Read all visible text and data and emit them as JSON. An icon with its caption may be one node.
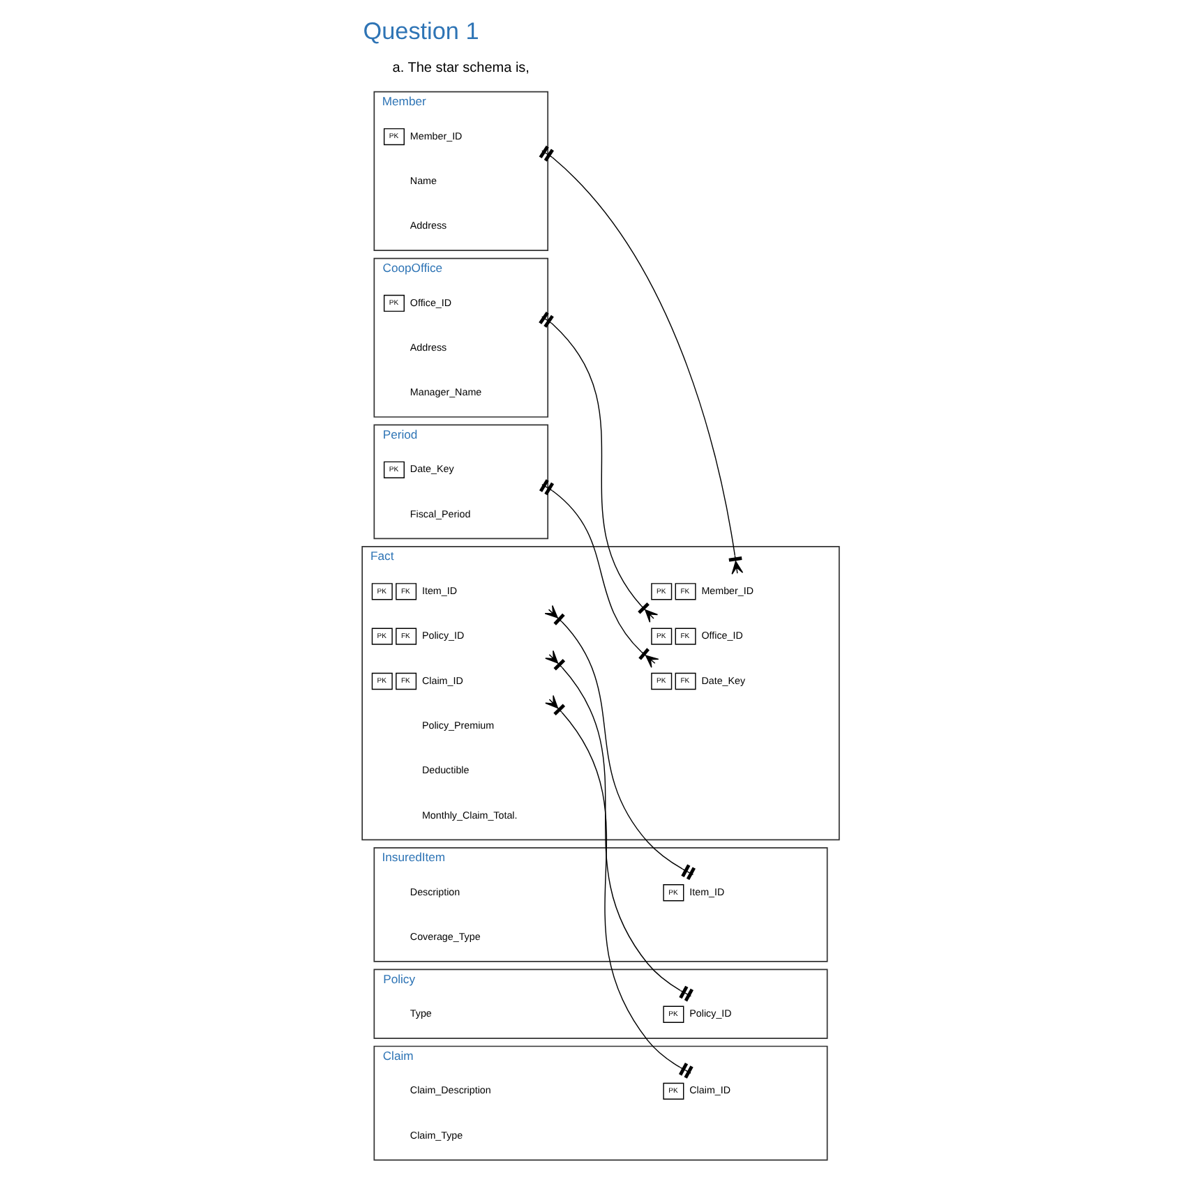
{
  "diagram": {
    "title": "Question 1",
    "labels": [
      "a. The star schema is,"
    ],
    "nodes": [
      {
        "text": [
          "Member"
        ]
      },
      {
        "text": [
          "PK",
          "Member_ID"
        ],
        "in": 0
      },
      {
        "text": [
          "Name"
        ],
        "in": 0
      },
      {
        "text": [
          "Address"
        ],
        "in": 0
      },
      {
        "text": [
          "InsuredItem"
        ]
      },
      {
        "text": [
          "PK",
          "Item_ID"
        ],
        "in": 4
      },
      {
        "text": [
          "Description"
        ],
        "in": 4
      },
      {
        "text": [
          "Coverage_Type"
        ],
        "in": 4
      },
      {
        "text": [
          "Fact"
        ]
      },
      {
        "text": [
          "PK",
          "FK",
          "Member_ID"
        ],
        "in": 8
      },
      {
        "text": [
          "PK",
          "FK",
          "Item_ID"
        ],
        "in": 8
      },
      {
        "text": [
          "PK",
          "FK",
          "Office_ID"
        ],
        "in": 8
      },
      {
        "text": [
          "PK",
          "FK",
          "Policy_ID"
        ],
        "in": 8
      },
      {
        "text": [
          "PK",
          "FK",
          "Claim_ID"
        ],
        "in": 8
      },
      {
        "text": [
          "PK",
          "FK",
          "Date_Key"
        ],
        "in": 8
      },
      {
        "text": [
          "Policy_Premium"
        ],
        "in": 8
      },
      {
        "text": [
          "Deductible"
        ],
        "in": 8
      },
      {
        "text": [
          "Monthly_Claim_Total."
        ],
        "in": 8
      },
      {
        "text": [
          "Policy"
        ]
      },
      {
        "text": [
          "PK",
          "Policy_ID"
        ],
        "in": 18
      },
      {
        "text": [
          "Type"
        ],
        "in": 18
      },
      {
        "text": [
          "CoopOffice"
        ]
      },
      {
        "text": [
          "PK",
          "Office_ID"
        ],
        "in": 21
      },
      {
        "text": [
          "Address"
        ],
        "in": 21
      },
      {
        "text": [
          "Manager_Name"
        ],
        "in": 21
      },
      {
        "text": [
          "Claim"
        ]
      },
      {
        "text": [
          "PK",
          "Claim_ID"
        ],
        "in": 25
      },
      {
        "text": [
          "Claim_Description"
        ],
        "in": 25
      },
      {
        "text": [
          "Claim_Type"
        ],
        "in": 25
      },
      {
        "text": [
          "Period"
        ]
      },
      {
        "text": [
          "PK",
          "Date_Key"
        ],
        "in": 29
      },
      {
        "text": [
          "Fiscal_Period"
        ],
        "in": 29
      }
    ],
    "edges": [
      {
        "from": 1,
        "to": 9,
        "arrow": "other"
      },
      {
        "from": 10,
        "to": 5,
        "arrow": "other"
      },
      {
        "from": 22,
        "to": 11,
        "arrow": "other"
      },
      {
        "from": 12,
        "to": 19,
        "arrow": "other"
      },
      {
        "from": 13,
        "to": 26,
        "arrow": "other"
      },
      {
        "from": 30,
        "to": 14,
        "arrow": "other"
      }
    ]
  }
}
